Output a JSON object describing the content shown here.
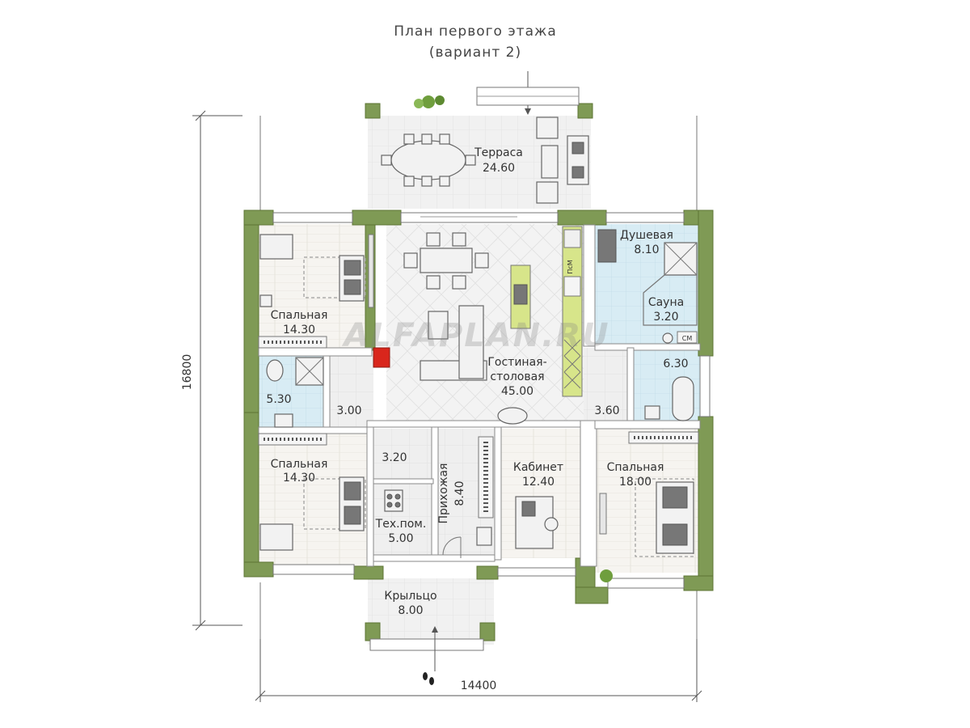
{
  "title": {
    "line1": "План первого этажа",
    "line2": "(вариант 2)"
  },
  "dimensions": {
    "width": "14400",
    "height": "16800"
  },
  "watermark": "ALFAPLAN.RU",
  "rooms": {
    "terrace": {
      "name": "Терраса",
      "area": "24.60"
    },
    "shower": {
      "name": "Душевая",
      "area": "8.10"
    },
    "sauna": {
      "name": "Сауна",
      "area": "3.20"
    },
    "bath_right": {
      "area": "6.30"
    },
    "bedroom_tl": {
      "name": "Спальная",
      "area": "14.30"
    },
    "living": {
      "name1": "Гостиная-",
      "name2": "столовая",
      "area": "45.00"
    },
    "bath_left": {
      "area": "5.30"
    },
    "hall_left": {
      "area": "3.00"
    },
    "hall_right": {
      "area": "3.60"
    },
    "bedroom_bl": {
      "name": "Спальная",
      "area": "14.30"
    },
    "closet": {
      "area": "3.20"
    },
    "tech": {
      "name": "Тех.пом.",
      "area": "5.00"
    },
    "entry": {
      "name": "Прихожая",
      "area": "8.40"
    },
    "office": {
      "name": "Кабинет",
      "area": "12.40"
    },
    "bedroom_br": {
      "name": "Спальная",
      "area": "18.00"
    },
    "porch": {
      "name": "Крыльцо",
      "area": "8.00"
    }
  },
  "fixture_labels": {
    "dishwasher": "ПсМ",
    "washer": "СМ"
  },
  "colors": {
    "wall": "#7f9a55",
    "water": "#d8ecf4",
    "tile": "#ebebeb",
    "fireplace": "#d9261c"
  }
}
